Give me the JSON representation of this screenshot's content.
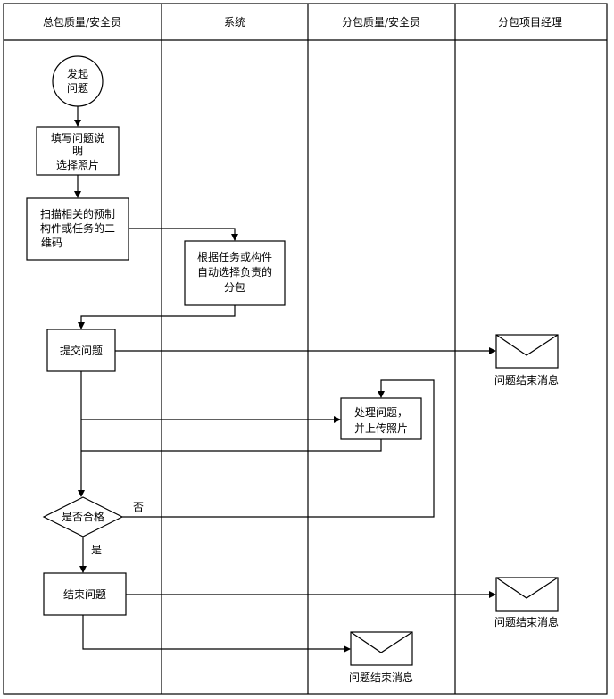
{
  "lanes": [
    "总包质量/安全员",
    "系统",
    "分包质量/安全员",
    "分包项目经理"
  ],
  "nodes": {
    "start": [
      "发起",
      "问题"
    ],
    "fill": [
      "填写问题说",
      "明",
      "选择照片"
    ],
    "scan": [
      "扫描相关的预制",
      "构件或任务的二",
      "维码"
    ],
    "auto": [
      "根据任务或构件",
      "自动选择负责的",
      "分包"
    ],
    "submit": [
      "提交问题"
    ],
    "process": [
      "处理问题，",
      "并上传照片"
    ],
    "decision": [
      "是否合格"
    ],
    "end": [
      "结束问题"
    ]
  },
  "edge_labels": {
    "no": "否",
    "yes": "是"
  },
  "messages": {
    "m1": "问题结束消息",
    "m2": "问题结束消息",
    "m3": "问题结束消息"
  },
  "colors": {
    "stroke": "#000000",
    "background": "#ffffff"
  }
}
